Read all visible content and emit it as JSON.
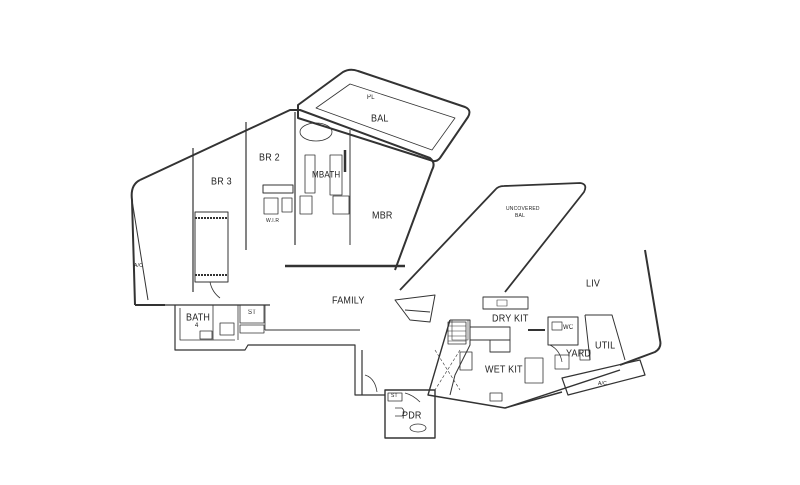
{
  "floor_plan": {
    "rooms": [
      {
        "id": "bal",
        "label": "BAL"
      },
      {
        "id": "pl",
        "label": "PL"
      },
      {
        "id": "br2",
        "label": "BR 2"
      },
      {
        "id": "br3",
        "label": "BR 3"
      },
      {
        "id": "mbath",
        "label": "MBATH"
      },
      {
        "id": "mbr",
        "label": "MBR"
      },
      {
        "id": "family",
        "label": "FAMILY"
      },
      {
        "id": "bath4",
        "label": "BATH"
      },
      {
        "id": "bath4_num",
        "label": "4"
      },
      {
        "id": "st1",
        "label": "ST"
      },
      {
        "id": "st2",
        "label": "ST"
      },
      {
        "id": "pdr",
        "label": "PDR"
      },
      {
        "id": "uncovered_bal",
        "label": "UNCOVERED"
      },
      {
        "id": "uncovered_bal2",
        "label": "BAL"
      },
      {
        "id": "liv",
        "label": "LIV"
      },
      {
        "id": "dry_kit",
        "label": "DRY KIT"
      },
      {
        "id": "wet_kit",
        "label": "WET KIT"
      },
      {
        "id": "wc",
        "label": "WC"
      },
      {
        "id": "yard",
        "label": "YARD"
      },
      {
        "id": "util",
        "label": "UTIL"
      },
      {
        "id": "ac_left",
        "label": "A/C"
      },
      {
        "id": "ac_right",
        "label": "A/C"
      },
      {
        "id": "br2_wir",
        "label": "W.I.R"
      }
    ],
    "colors": {
      "wall": "#333333",
      "background": "#ffffff",
      "fixture": "#777777"
    }
  }
}
